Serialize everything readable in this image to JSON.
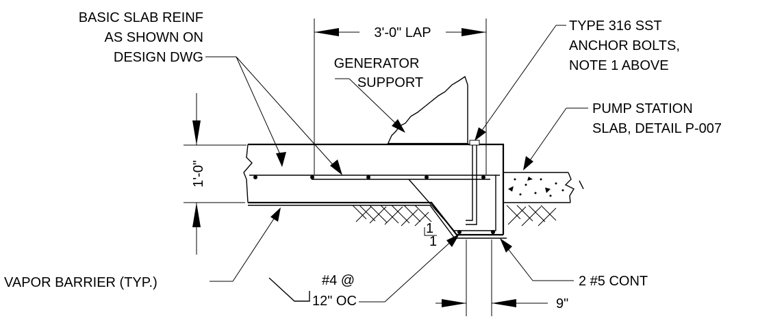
{
  "labels": {
    "basic_slab_reinf": [
      "BASIC SLAB REINF",
      "AS SHOWN ON",
      "DESIGN DWG"
    ],
    "lap": "3'-0\" LAP",
    "generator_support": [
      "GENERATOR",
      "SUPPORT"
    ],
    "anchor_bolts": [
      "TYPE 316 SST",
      "ANCHOR BOLTS,",
      "NOTE 1 ABOVE"
    ],
    "pump_station_slab": [
      "PUMP STATION",
      "SLAB, DETAIL P-007"
    ],
    "slab_thickness": "1'-0\"",
    "vapor_barrier": "VAPOR BARRIER (TYP.)",
    "rebar": [
      "#4 @",
      "12\" OC"
    ],
    "cont_bars": "2 #5 CONT",
    "width": "9\"",
    "slope": [
      "1",
      "1"
    ]
  }
}
